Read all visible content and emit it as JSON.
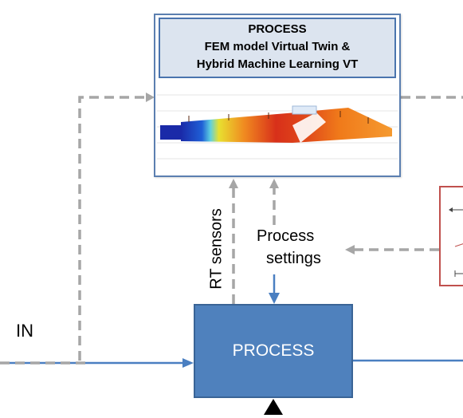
{
  "vt_box": {
    "title_line1": "PROCESS",
    "title_line2": "FEM model Virtual Twin   &",
    "title_line3": "Hybrid Machine Learning VT"
  },
  "process_box": {
    "label": "PROCESS"
  },
  "labels": {
    "input": "IN",
    "rt_sensors": "RT sensors",
    "process_settings_line1": "Process",
    "process_settings_line2": "settings"
  },
  "colors": {
    "flow_line": "#4a7fc1",
    "dashed_line": "#a6a6a6",
    "process_fill": "#4f81bd",
    "header_fill": "#dce4ef",
    "side_panel_border": "#c0504d"
  }
}
